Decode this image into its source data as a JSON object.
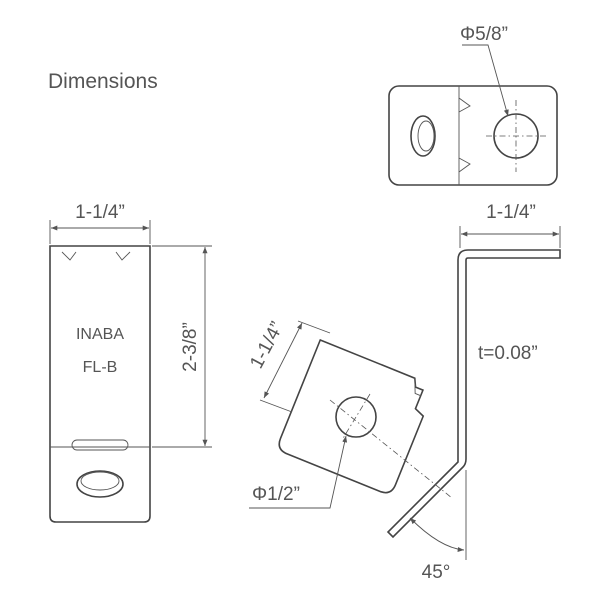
{
  "title": "Dimensions",
  "front_view": {
    "width_label": "1-1/4”",
    "height_label": "2-3/8”",
    "marking_line1": "INABA",
    "marking_line2": "FL-B"
  },
  "top_view": {
    "hole_label": "Φ5/8”"
  },
  "side_view": {
    "width_label": "1-1/4”",
    "thickness_label": "t=0.08”",
    "angle_label": "45°"
  },
  "angled_view": {
    "width_label": "1-1/4”",
    "hole_label": "Φ1/2”"
  }
}
